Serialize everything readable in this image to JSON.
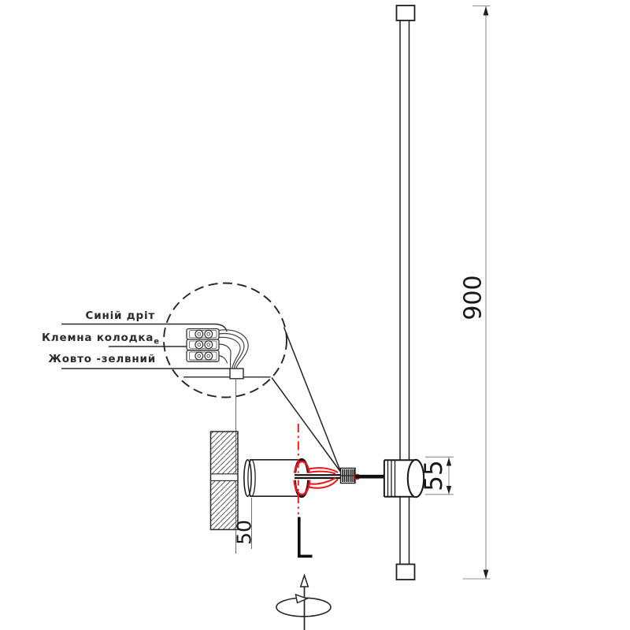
{
  "labels": {
    "blue_wire": "Синій дріт",
    "terminal_block": "Клемна колодка",
    "terminal_block_sub": "е",
    "yellow_green_wire": "Жовто -зелвний"
  },
  "dimensions": {
    "lamp_height": "900",
    "mount_diameter": "55",
    "canopy_depth": "50"
  },
  "colors": {
    "line": "#1f1f1f",
    "dim_line": "#8f8f8f",
    "accent_red": "#ee1416"
  }
}
